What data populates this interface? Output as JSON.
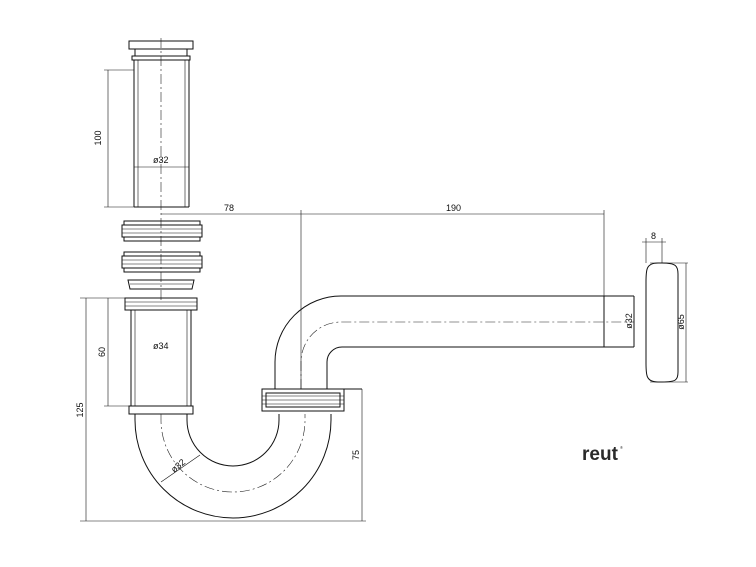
{
  "drawing": {
    "dimensions": {
      "tube_length": "100",
      "tube_diameter": "ø32",
      "offset_horizontal": "78",
      "outlet_length": "190",
      "flange_thickness": "8",
      "nut_height": "60",
      "nut_diameter": "ø34",
      "total_height": "125",
      "outlet_diameter": "ø32",
      "flange_diameter": "ø65",
      "trap_diameter": "ø32",
      "seal_depth": "75"
    },
    "brand": {
      "logo": "reut",
      "mark": "®"
    }
  }
}
